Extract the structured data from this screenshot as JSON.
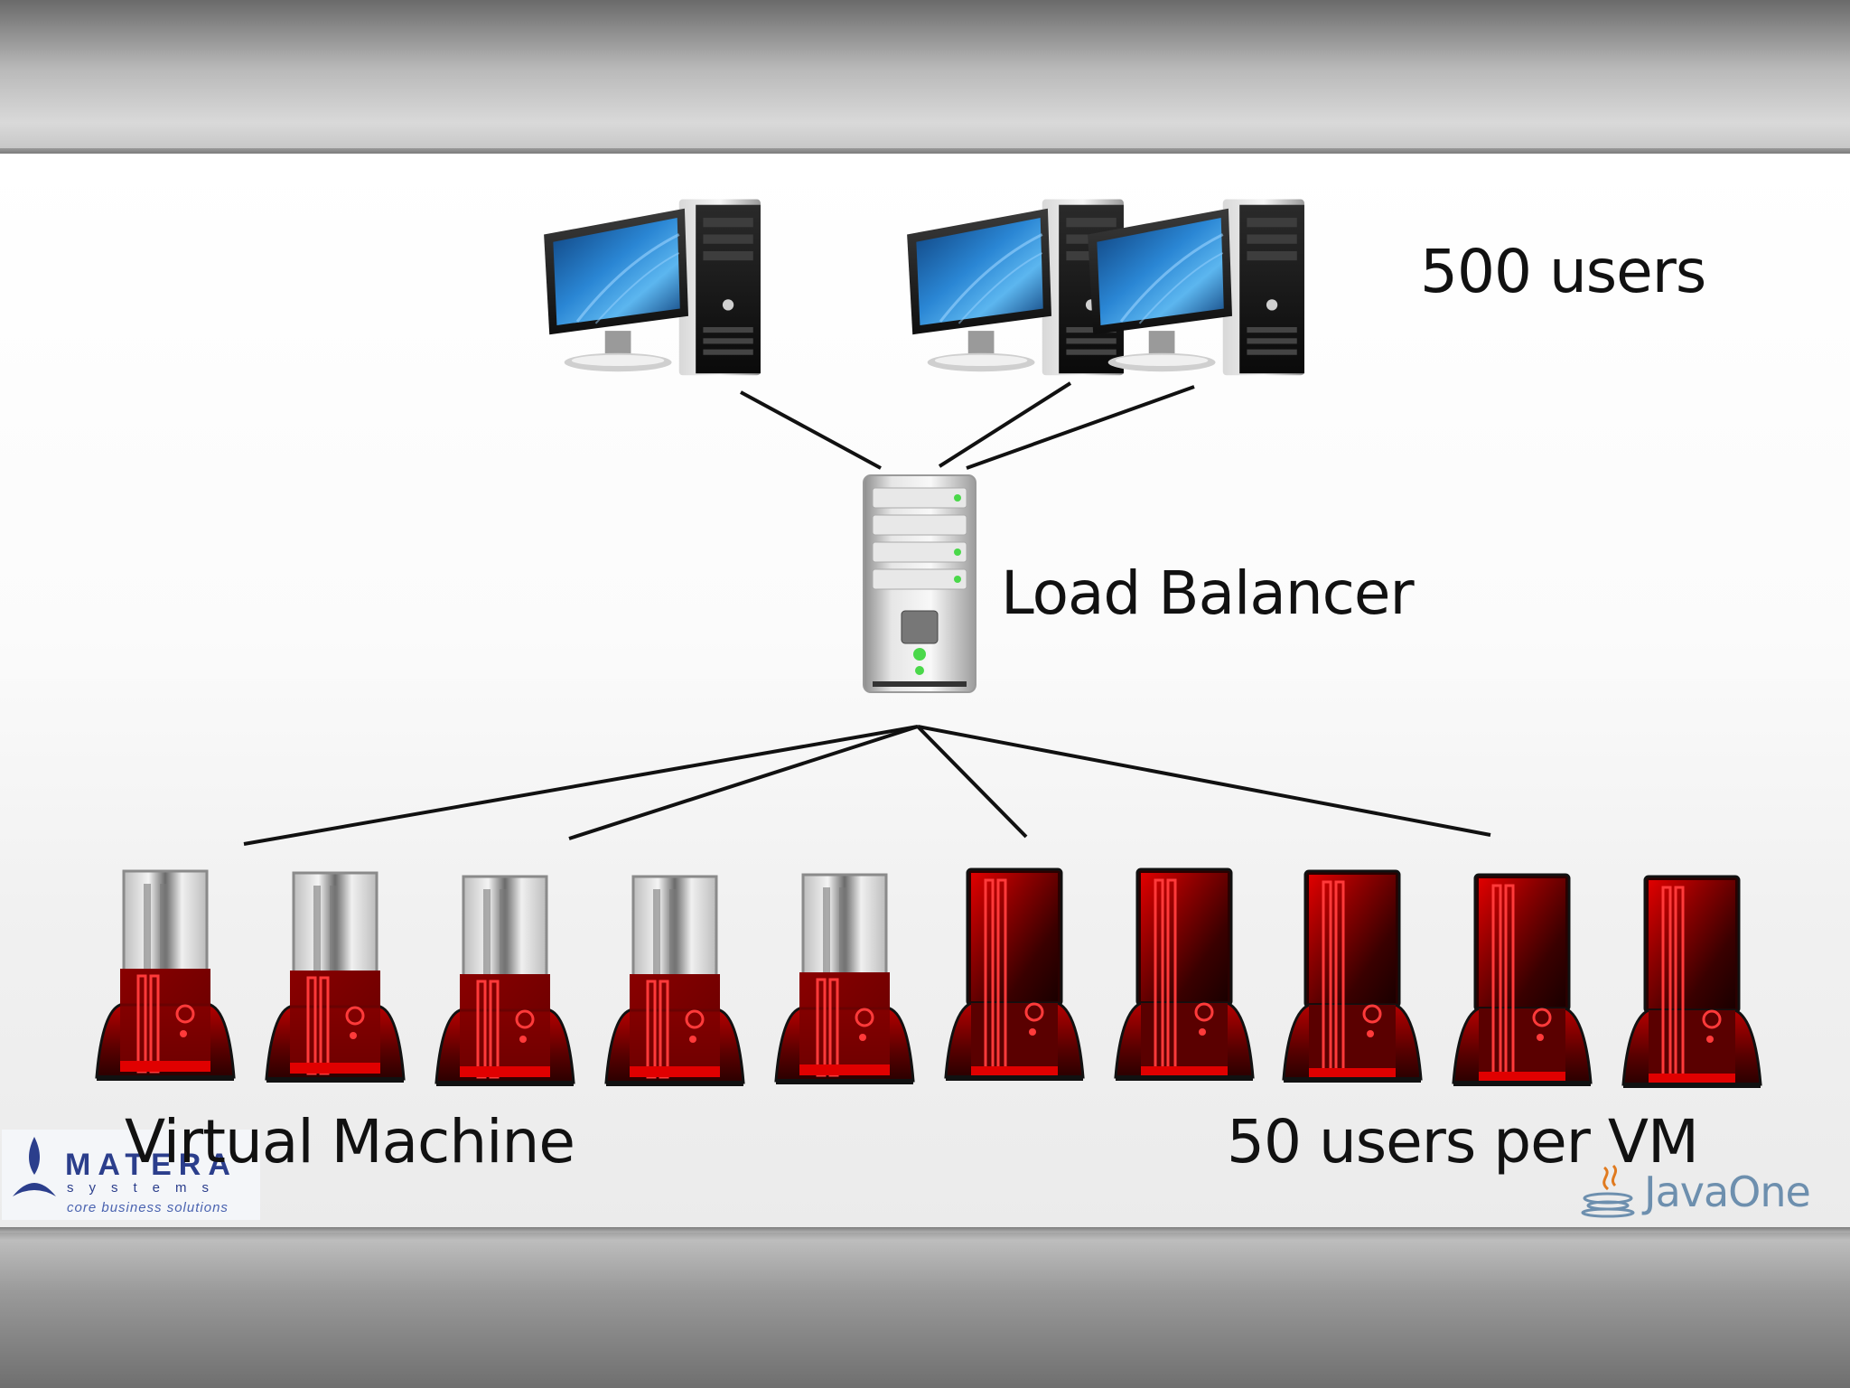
{
  "labels": {
    "users_total": "500 users",
    "load_balancer": "Load Balancer",
    "virtual_machine": "Virtual Machine",
    "users_per_vm": "50 users per VM"
  },
  "logos": {
    "left": {
      "name": "MATERA",
      "sub": "systems",
      "tagline": "core business solutions"
    },
    "right": {
      "name": "JavaOne"
    }
  },
  "nodes": {
    "workstations": 3,
    "virtual_machines": {
      "total": 10,
      "partially_loaded": 5,
      "fully_loaded": 5
    }
  },
  "colors": {
    "vm_red": "#b30000",
    "vm_dark": "#2a0000",
    "monitor_blue": "#1f6fb8",
    "lines": "#111111",
    "matera_blue": "#2b3e8c",
    "java_blue": "#6d8fae"
  }
}
